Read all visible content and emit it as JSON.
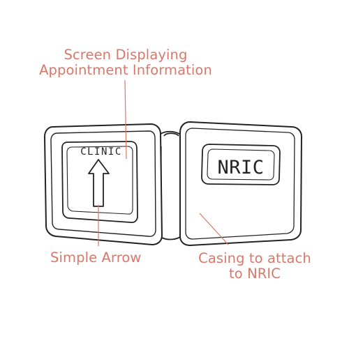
{
  "annotations": {
    "screen_line1": "Screen Displaying",
    "screen_line2": "Appointment Information",
    "arrow_label": "Simple Arrow",
    "casing_line1": "Casing to attach",
    "casing_line2": "to NRIC"
  },
  "device": {
    "screen_text": "CLINIC",
    "card_text": "NRIC"
  },
  "colors": {
    "annotation": "#d9786a",
    "sketch": "#222222"
  }
}
